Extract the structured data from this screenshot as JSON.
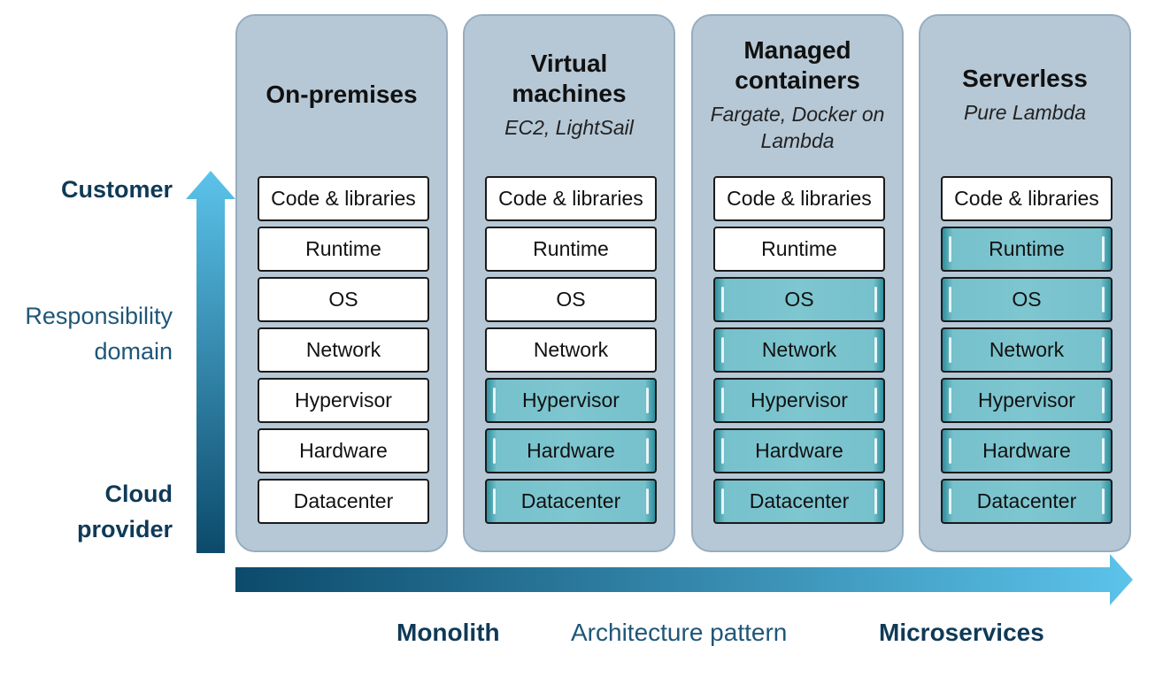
{
  "axis": {
    "top_label": "Customer",
    "middle_label_line1": "Responsibility",
    "middle_label_line2": "domain",
    "bottom_label_line1": "Cloud",
    "bottom_label_line2": "provider"
  },
  "bottom_axis": {
    "left_label": "Monolith",
    "center_label": "Architecture pattern",
    "right_label": "Microservices"
  },
  "colors": {
    "column_background": "#b6c8d6",
    "managed_layer": "#7ec6d0",
    "customer_layer": "#ffffff",
    "arrow_light": "#5cc3ea",
    "arrow_dark": "#0c4a6b"
  },
  "columns": [
    {
      "title_lines": [
        "On-premises"
      ],
      "subtitle_lines": [],
      "layers": [
        {
          "label": "Code & libraries",
          "managed": false
        },
        {
          "label": "Runtime",
          "managed": false
        },
        {
          "label": "OS",
          "managed": false
        },
        {
          "label": "Network",
          "managed": false
        },
        {
          "label": "Hypervisor",
          "managed": false
        },
        {
          "label": "Hardware",
          "managed": false
        },
        {
          "label": "Datacenter",
          "managed": false
        }
      ]
    },
    {
      "title_lines": [
        "Virtual",
        "machines"
      ],
      "subtitle_lines": [
        "EC2, LightSail"
      ],
      "layers": [
        {
          "label": "Code & libraries",
          "managed": false
        },
        {
          "label": "Runtime",
          "managed": false
        },
        {
          "label": "OS",
          "managed": false
        },
        {
          "label": "Network",
          "managed": false
        },
        {
          "label": "Hypervisor",
          "managed": true
        },
        {
          "label": "Hardware",
          "managed": true
        },
        {
          "label": "Datacenter",
          "managed": true
        }
      ]
    },
    {
      "title_lines": [
        "Managed",
        "containers"
      ],
      "subtitle_lines": [
        "Fargate, Docker on",
        "Lambda"
      ],
      "layers": [
        {
          "label": "Code & libraries",
          "managed": false
        },
        {
          "label": "Runtime",
          "managed": false
        },
        {
          "label": "OS",
          "managed": true
        },
        {
          "label": "Network",
          "managed": true
        },
        {
          "label": "Hypervisor",
          "managed": true
        },
        {
          "label": "Hardware",
          "managed": true
        },
        {
          "label": "Datacenter",
          "managed": true
        }
      ]
    },
    {
      "title_lines": [
        "Serverless"
      ],
      "subtitle_lines": [
        "Pure Lambda"
      ],
      "layers": [
        {
          "label": "Code & libraries",
          "managed": false
        },
        {
          "label": "Runtime",
          "managed": true
        },
        {
          "label": "OS",
          "managed": true
        },
        {
          "label": "Network",
          "managed": true
        },
        {
          "label": "Hypervisor",
          "managed": true
        },
        {
          "label": "Hardware",
          "managed": true
        },
        {
          "label": "Datacenter",
          "managed": true
        }
      ]
    }
  ]
}
